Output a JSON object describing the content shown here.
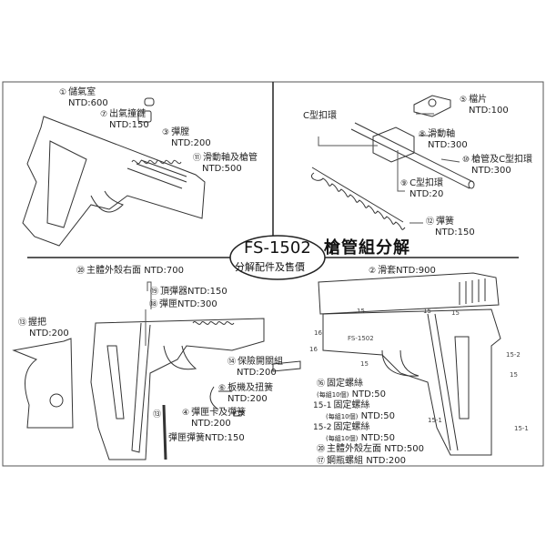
{
  "header": {
    "model": "FS-1502",
    "subtitle": "分解配件及售價",
    "title": "槍管組分解"
  },
  "barrel_group": [
    {
      "num": "①",
      "name": "儲氣室",
      "price": "NTD:600"
    },
    {
      "num": "⑦",
      "name": "出氣撞鏈",
      "price": "NTD:150"
    },
    {
      "num": "③",
      "name": "彈膛",
      "price": "NTD:200"
    },
    {
      "num": "⑪",
      "name": "滑動軸及槍管",
      "price": "NTD:500"
    }
  ],
  "barrel_parts": [
    {
      "num": "⑤",
      "name": "檔片",
      "price": "NTD:100"
    },
    {
      "num": "",
      "name": "C型扣環",
      "price": ""
    },
    {
      "num": "⑧",
      "name": "滑動軸",
      "price": "NTD:300"
    },
    {
      "num": "⑩",
      "name": "槍管及C型扣環",
      "price": "NTD:300"
    },
    {
      "num": "⑨",
      "name": "C型扣環",
      "price": "NTD:20"
    },
    {
      "num": "⑫",
      "name": "彈簧",
      "price": "NTD:150"
    }
  ],
  "right_body": [
    {
      "num": "⑳",
      "name": "主體外殼右面 NTD:700"
    },
    {
      "num": "⑲",
      "name": "頂彈器NTD:150"
    },
    {
      "num": "⑱",
      "name": "彈匣NTD:300"
    },
    {
      "num": "⑬",
      "name": "握把",
      "price": "NTD:200"
    },
    {
      "num": "⑭",
      "name": "保險開關組",
      "price": "NTD:200"
    },
    {
      "num": "⑥",
      "name": "板機及扭簧",
      "price": "NTD:200"
    },
    {
      "num": "④",
      "name": "彈匣卡及彈簧",
      "price": "NTD:200"
    },
    {
      "num": "",
      "name": "彈匣彈簧NTD:150"
    },
    {
      "num": "⑬",
      "name": ""
    }
  ],
  "left_body": [
    {
      "num": "②",
      "name": "滑套NTD:900"
    },
    {
      "num": "⑯",
      "name": "固定螺絲",
      "note": "(每組10個)",
      "price": "NTD:50"
    },
    {
      "num": "15-1",
      "name": "固定螺絲",
      "note": "(每組10個)",
      "price": "NTD:50"
    },
    {
      "num": "15-2",
      "name": "固定螺絲",
      "note": "(每組10個)",
      "price": "NTD:50"
    },
    {
      "num": "⑳",
      "name": "主體外殼左面 NTD:500"
    },
    {
      "num": "⑰",
      "name": "鋼瓶螺組 NTD:200"
    }
  ],
  "callouts": [
    "15",
    "16",
    "15",
    "15",
    "16",
    "15",
    "15-2",
    "15",
    "15-1",
    "15-1"
  ],
  "engravings": [
    "FS-1502"
  ]
}
